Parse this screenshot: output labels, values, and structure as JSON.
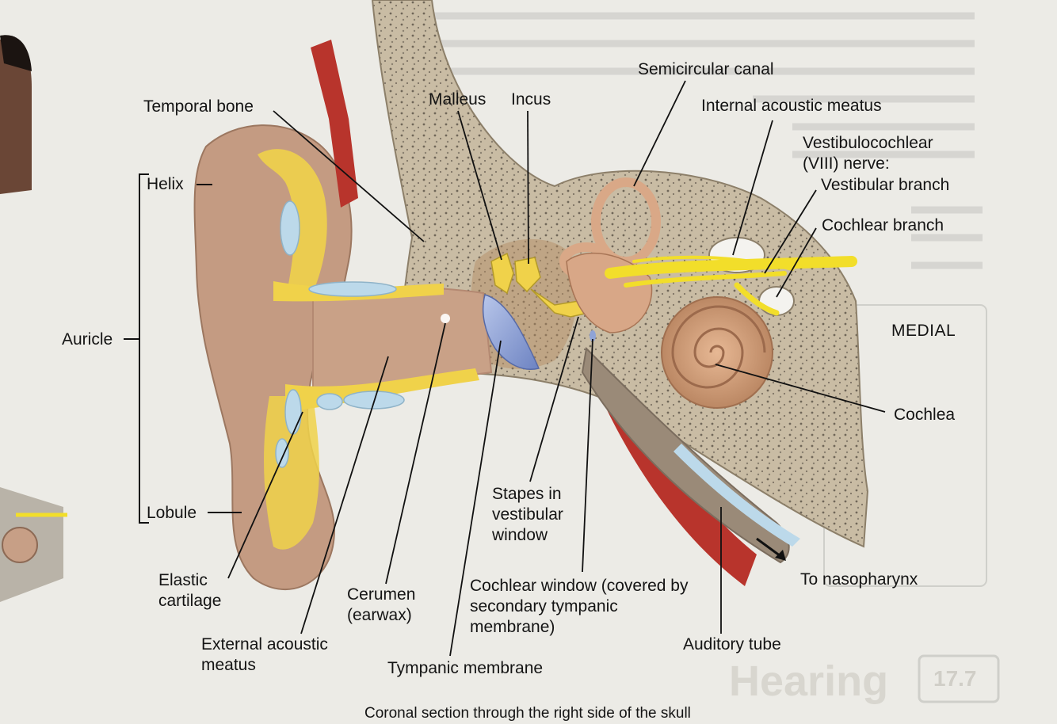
{
  "diagram": {
    "labels": {
      "temporal_bone": "Temporal bone",
      "malleus": "Malleus",
      "incus": "Incus",
      "semicircular_canal": "Semicircular canal",
      "internal_acoustic_meatus": "Internal acoustic meatus",
      "vestibulocochlear_nerve": "Vestibulocochlear\n(VIII) nerve:",
      "vestibular_branch": "Vestibular branch",
      "cochlear_branch": "Cochlear branch",
      "helix": "Helix",
      "auricle": "Auricle",
      "lobule": "Lobule",
      "medial": "MEDIAL",
      "cochlea": "Cochlea",
      "stapes": "Stapes in\nvestibular\nwindow",
      "elastic_cartilage": "Elastic\ncartilage",
      "cerumen": "Cerumen\n(earwax)",
      "cochlear_window": "Cochlear window (covered by\nsecondary tympanic\nmembrane)",
      "to_nasopharynx": "To nasopharynx",
      "external_acoustic_meatus": "External acoustic\nmeatus",
      "auditory_tube": "Auditory tube",
      "tympanic_membrane": "Tympanic membrane"
    },
    "caption_partial": "Coronal section through the right side of the skull",
    "page_heading_partial": "Hearing",
    "section_number": "17.7",
    "colors": {
      "page": "#ecebe6",
      "bone": "#c9bca4",
      "skin": "#c79f86",
      "cartilage": "#f0d24a",
      "nerve": "#f2de2a",
      "eardrum": "#8fa3d6",
      "fluid": "#bcd9ea",
      "muscle": "#b8342c",
      "leader": "#111111"
    }
  }
}
